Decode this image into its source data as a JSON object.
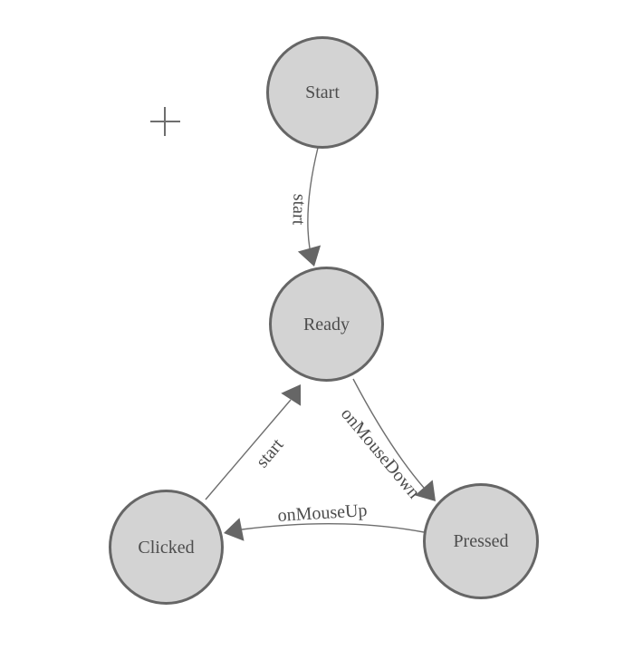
{
  "diagram": {
    "colors": {
      "background": "#ffffff",
      "node_fill": "#d3d3d3",
      "node_border": "#666666",
      "edge_stroke": "#6e6e6e",
      "arrowhead_fill": "#666666",
      "text": "#4d4d4d"
    },
    "nodes": [
      {
        "label": "Start"
      },
      {
        "label": "Ready"
      },
      {
        "label": "Clicked"
      },
      {
        "label": "Pressed"
      }
    ],
    "edges": [
      {
        "from": "Start",
        "to": "Ready",
        "label": "start"
      },
      {
        "from": "Clicked",
        "to": "Ready",
        "label": "start"
      },
      {
        "from": "Ready",
        "to": "Pressed",
        "label": "onMouseDown"
      },
      {
        "from": "Pressed",
        "to": "Clicked",
        "label": "onMouseUp"
      }
    ],
    "icons": [
      {
        "name": "crosshair"
      }
    ]
  }
}
